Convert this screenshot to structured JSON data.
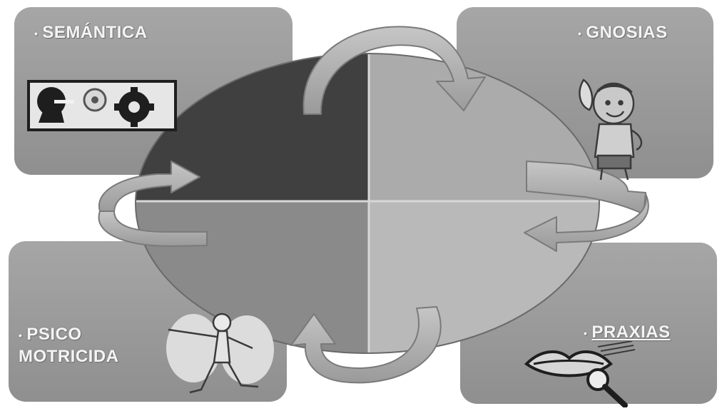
{
  "diagram": {
    "quadrants": [
      {
        "id": "semantica",
        "label": "SEMÁNTICA",
        "figure": "head-gears-icon"
      },
      {
        "id": "gnosias",
        "label": "GNOSIAS",
        "figure": "child-with-seashell-icon"
      },
      {
        "id": "psicomotricidad",
        "label_line1": "PSICO",
        "label_line2": "MOTRICIDA",
        "figure": "child-dancing-icon"
      },
      {
        "id": "praxias",
        "label": "PRAXIAS",
        "figure": "lips-microphone-icon"
      }
    ],
    "bullet": "•",
    "colors": {
      "panel": "#9c9c9c",
      "quadrant_top_left": "#3f3f3f",
      "quadrant_top_right": "#a9a9a9",
      "quadrant_bottom_left": "#8b8b8b",
      "quadrant_bottom_right": "#b7b7b7",
      "arrow": "#b3b3b3"
    }
  }
}
